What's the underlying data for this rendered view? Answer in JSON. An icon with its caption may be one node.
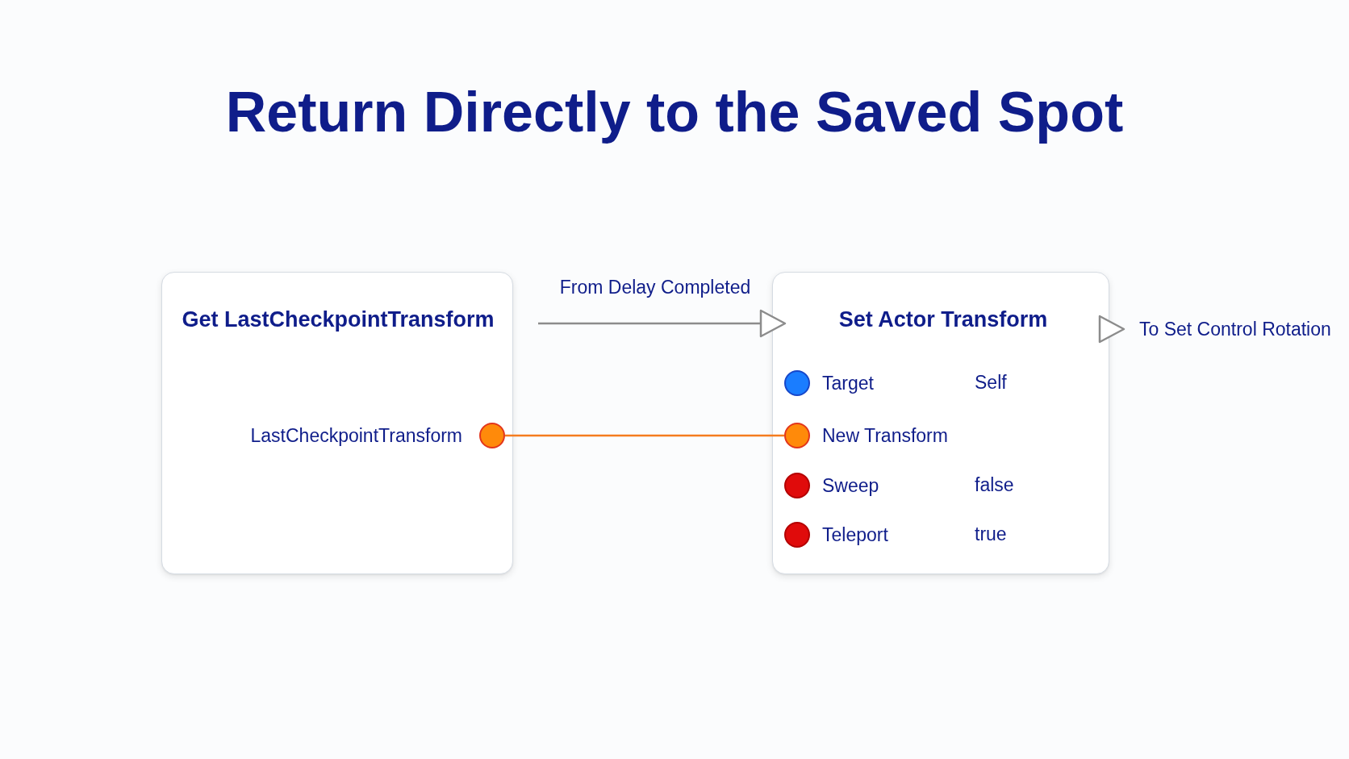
{
  "diagram": {
    "title": "Return Directly to the Saved Spot",
    "nodes": [
      {
        "text": [
          "Get LastCheckpointTransform"
        ]
      },
      {
        "text": [],
        "shape": "circle",
        "in": 0,
        "beside": [
          "LastCheckpointTransform"
        ]
      },
      {
        "text": [
          "Set Actor Transform"
        ]
      },
      {
        "text": [],
        "shape": "triangle",
        "beside": [
          "To Set Control Rotation"
        ]
      },
      {
        "text": [],
        "shape": "circle",
        "in": 2,
        "beside": [
          "Target"
        ]
      },
      {
        "text": [],
        "shape": "circle",
        "in": 2,
        "beside": [
          "New Transform"
        ]
      },
      {
        "text": [],
        "shape": "circle",
        "in": 2,
        "beside": [
          "Sweep"
        ]
      },
      {
        "text": [],
        "shape": "circle",
        "in": 2,
        "beside": [
          "Teleport"
        ]
      }
    ],
    "edges": [
      {
        "from": null,
        "to": 2,
        "arrow": "to",
        "label": "From Delay Completed"
      },
      {
        "from": 1,
        "to": 5,
        "arrow": "none",
        "color": "#f57c1f"
      }
    ],
    "labels": [
      "Self",
      "false",
      "true"
    ]
  }
}
